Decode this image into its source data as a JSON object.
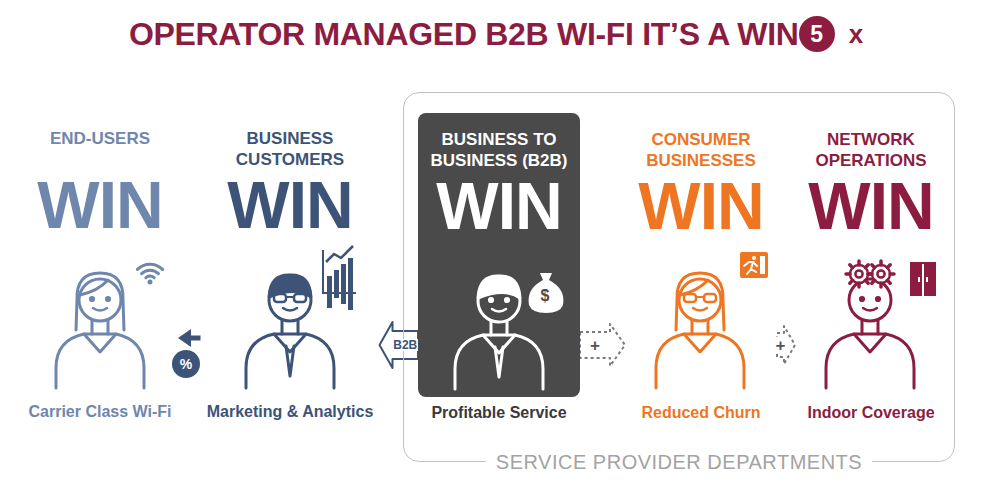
{
  "diagram": {
    "title": "OPERATOR MANAGED B2B WI-FI IT’S A WIN",
    "nodes": [
      {
        "text": [
          "END-USERS",
          "WIN",
          "Carrier Class Wi-Fi"
        ]
      },
      {
        "text": [
          "BUSINESS CUSTOMERS",
          "WIN",
          "Marketing & Analytics"
        ]
      },
      {
        "text": [
          "SERVICE PROVIDER DEPARTMENTS"
        ]
      },
      {
        "text": [
          "BUSINESS TO BUSINESS (B2B)",
          "WIN",
          "Profitable Service"
        ],
        "in": 2
      },
      {
        "text": [
          "CONSUMER BUSINESSES",
          "WIN",
          "Reduced Churn"
        ],
        "in": 2
      },
      {
        "text": [
          "NETWORK OPERATIONS",
          "WIN",
          "Indoor Coverage"
        ],
        "in": 2
      }
    ],
    "edges": [
      {
        "from": 1,
        "to": 0,
        "arrow": "to"
      },
      {
        "from": 3,
        "to": 1,
        "arrow": "to",
        "label": "B2B"
      },
      {
        "from": 3,
        "to": 4,
        "arrow": "to",
        "label": "+"
      },
      {
        "from": 4,
        "to": 5,
        "arrow": "to",
        "label": "+"
      }
    ],
    "labels": [
      "x",
      "5",
      "%",
      "$"
    ]
  }
}
